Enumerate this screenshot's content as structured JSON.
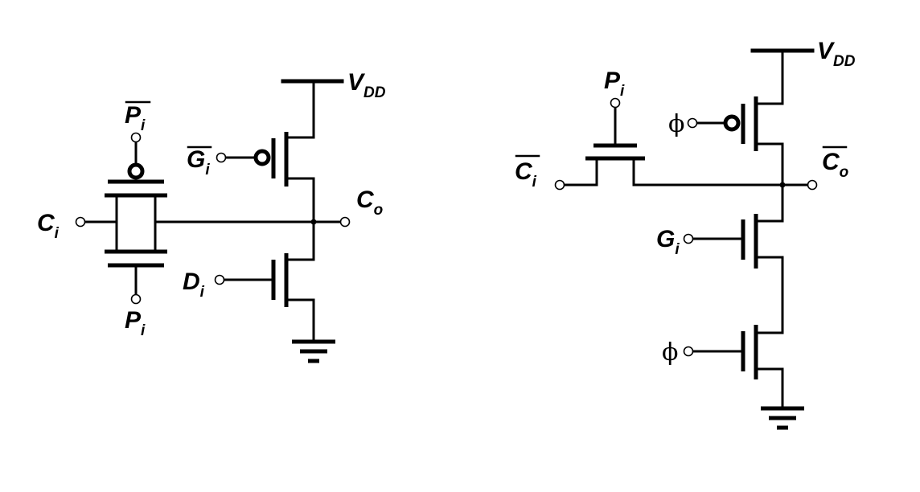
{
  "left_circuit": {
    "vdd": {
      "main": "V",
      "sub": "DD"
    },
    "gi_bar": {
      "main": "G",
      "sub": "i"
    },
    "pi_bar_top": {
      "main": "P",
      "sub": "i"
    },
    "ci_input": {
      "main": "C",
      "sub": "i"
    },
    "co_output": {
      "main": "C",
      "sub": "o"
    },
    "di_input": {
      "main": "D",
      "sub": "i"
    },
    "pi_bottom": {
      "main": "P",
      "sub": "i"
    }
  },
  "right_circuit": {
    "vdd": {
      "main": "V",
      "sub": "DD"
    },
    "pi_top": {
      "main": "P",
      "sub": "i"
    },
    "phi_top": "ϕ",
    "ci_bar_input": {
      "main": "C",
      "sub": "i"
    },
    "co_bar_output": {
      "main": "C",
      "sub": "o"
    },
    "gi_input": {
      "main": "G",
      "sub": "i"
    },
    "phi_bottom": "ϕ"
  }
}
